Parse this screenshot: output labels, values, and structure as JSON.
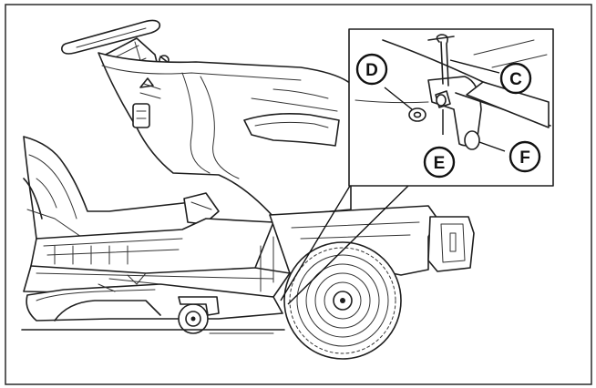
{
  "callouts": {
    "d": "D",
    "c": "C",
    "e": "E",
    "f": "F"
  },
  "colors": {
    "line": "#1f1f1f",
    "background": "#ffffff"
  }
}
